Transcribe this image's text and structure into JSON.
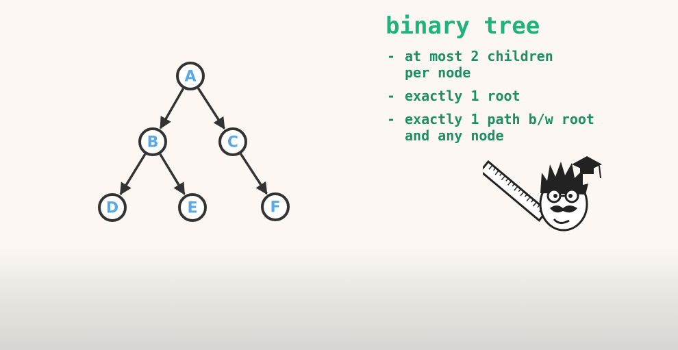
{
  "title": "binary tree",
  "bullets": [
    {
      "marker": "-",
      "text": "at most 2 children\nper node"
    },
    {
      "marker": "-",
      "text": "exactly 1 root"
    },
    {
      "marker": "-",
      "text": "exactly 1 path b/w root\nand any node"
    }
  ],
  "tree": {
    "nodes": [
      "A",
      "B",
      "C",
      "D",
      "E",
      "F"
    ],
    "edges": [
      [
        "A",
        "B"
      ],
      [
        "A",
        "C"
      ],
      [
        "B",
        "D"
      ],
      [
        "B",
        "E"
      ],
      [
        "C",
        "F"
      ]
    ]
  },
  "colors": {
    "title": "#1fb37c",
    "bullets": "#1a8f62",
    "node_label": "#5aa9e6",
    "stroke": "#333333"
  },
  "icons": [
    "ruler-icon",
    "professor-mascot-icon",
    "graduation-cap-icon"
  ]
}
